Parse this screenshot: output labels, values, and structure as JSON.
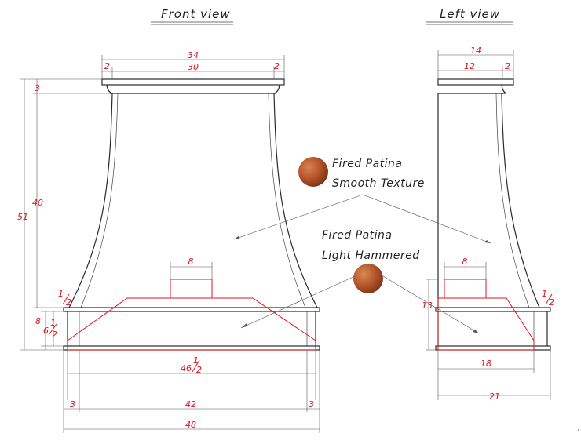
{
  "titles": {
    "front": "Front view",
    "left": "Left view"
  },
  "labels": {
    "finish1_line1": "Fired Patina",
    "finish1_line2": "Smooth Texture",
    "finish2_line1": "Fired Patina",
    "finish2_line2": "Light Hammered"
  },
  "dimensions": {
    "front_top_total": "34",
    "front_top_inner": "30",
    "front_top_left": "2",
    "front_top_right": "2",
    "front_crown": "3",
    "front_height_total": "51",
    "front_height_body": "40",
    "front_band_height": "8",
    "front_band_inner": "6",
    "front_half_left": "1",
    "front_half_left_den": "2",
    "front_half_band": "1",
    "front_half_band_den": "2",
    "front_box_width": "8",
    "front_bottom_inner": "46",
    "front_bottom_inner_num": "1",
    "front_bottom_inner_den": "2",
    "front_bottom_left": "3",
    "front_bottom_mid": "42",
    "front_bottom_right": "3",
    "front_bottom_total": "48",
    "left_top_total": "14",
    "left_top_inner": "12",
    "left_top_right": "2",
    "left_box_width": "8",
    "left_height": "13",
    "left_half": "1",
    "left_half_den": "2",
    "left_bottom_inner": "18",
    "left_bottom_total": "21"
  },
  "colors": {
    "accent": "#e0141e",
    "swatch1": "#b5542a",
    "swatch2": "#b5562c"
  }
}
